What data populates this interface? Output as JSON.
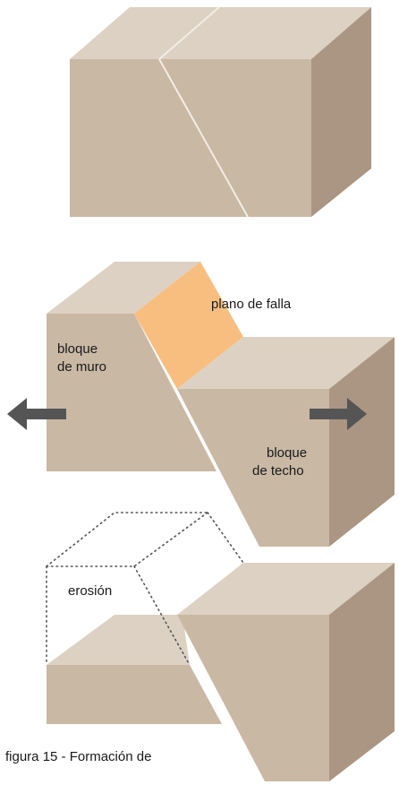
{
  "labels": {
    "plano_de_falla": "plano de falla",
    "bloque_de_muro_1": "bloque",
    "bloque_de_muro_2": "de muro",
    "bloque_de_techo_1": "bloque",
    "bloque_de_techo_2": "de techo",
    "erosion": "erosión"
  },
  "caption": "figura 15 - Formación de",
  "colors": {
    "block_front": "#c9b8a4",
    "block_top": "#ddd1c3",
    "block_side": "#aa9683",
    "fault_plane": "#f7be80",
    "arrow": "#555555",
    "dotted_outline": "#555555"
  },
  "icons": {
    "left_arrow": "arrow-left-icon",
    "right_arrow": "arrow-right-icon"
  }
}
